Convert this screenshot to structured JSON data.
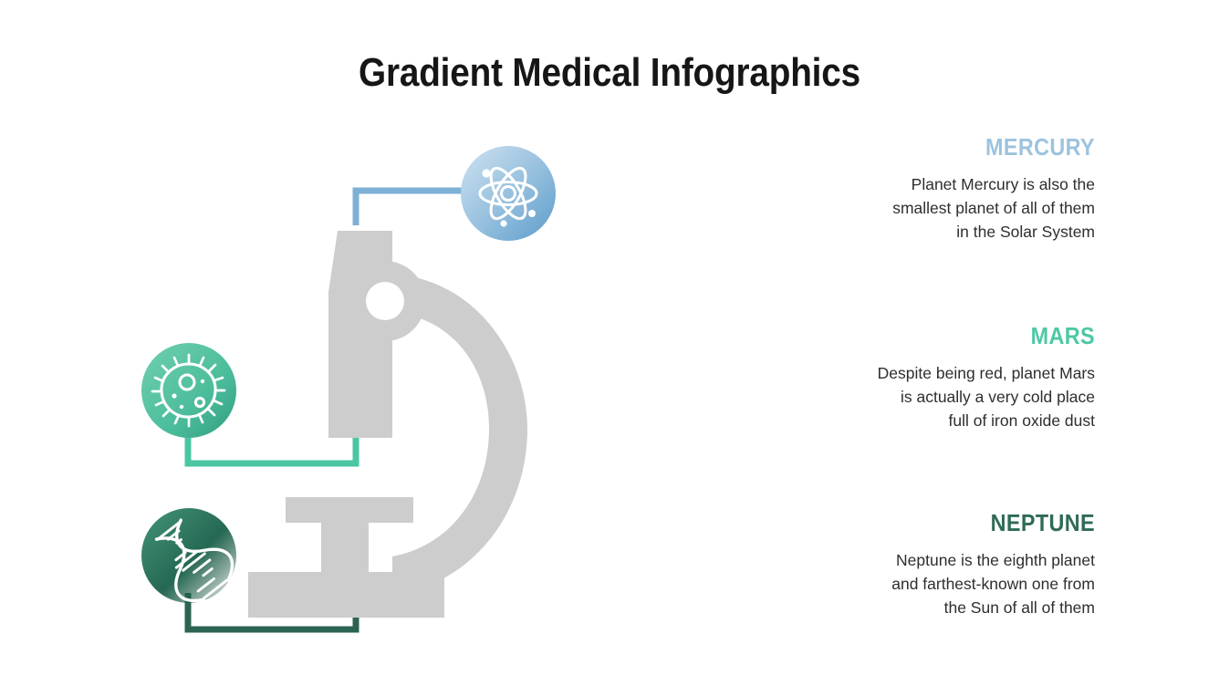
{
  "slide": {
    "title": "Gradient Medical Infographics",
    "background_color": "#ffffff"
  },
  "illustration": {
    "microscope_icon": "microscope-illustration",
    "microscope_color": "#cccccc",
    "nodes": [
      {
        "id": "mercury",
        "icon": "atom-icon",
        "connector": "elbow-line",
        "color_start": "#c3dcef",
        "color_end": "#6ba4d0",
        "connector_color": "#7fb0d6"
      },
      {
        "id": "mars",
        "icon": "bacteria-icon",
        "connector": "bracket-line",
        "color_start": "#66c9ab",
        "color_end": "#3aa98c",
        "connector_color": "#4ac6a4"
      },
      {
        "id": "neptune",
        "icon": "dna-icon",
        "connector": "bracket-line",
        "color_start": "#3d8a6e",
        "color_end": "#15543f",
        "connector_color": "#2b6453"
      }
    ]
  },
  "content": {
    "blocks": [
      {
        "heading": "MERCURY",
        "heading_color": "#9dc3de",
        "lines": [
          "Planet Mercury is also the",
          "smallest planet of all of them",
          "in the Solar System"
        ]
      },
      {
        "heading": "MARS",
        "heading_color": "#4dc8a5",
        "lines": [
          "Despite being red, planet Mars",
          "is actually a very cold place",
          "full of iron oxide dust"
        ]
      },
      {
        "heading": "NEPTUNE",
        "heading_color": "#2f6b56",
        "lines": [
          "Neptune is the eighth planet",
          "and farthest-known one from",
          "the Sun of all of them"
        ]
      }
    ]
  }
}
